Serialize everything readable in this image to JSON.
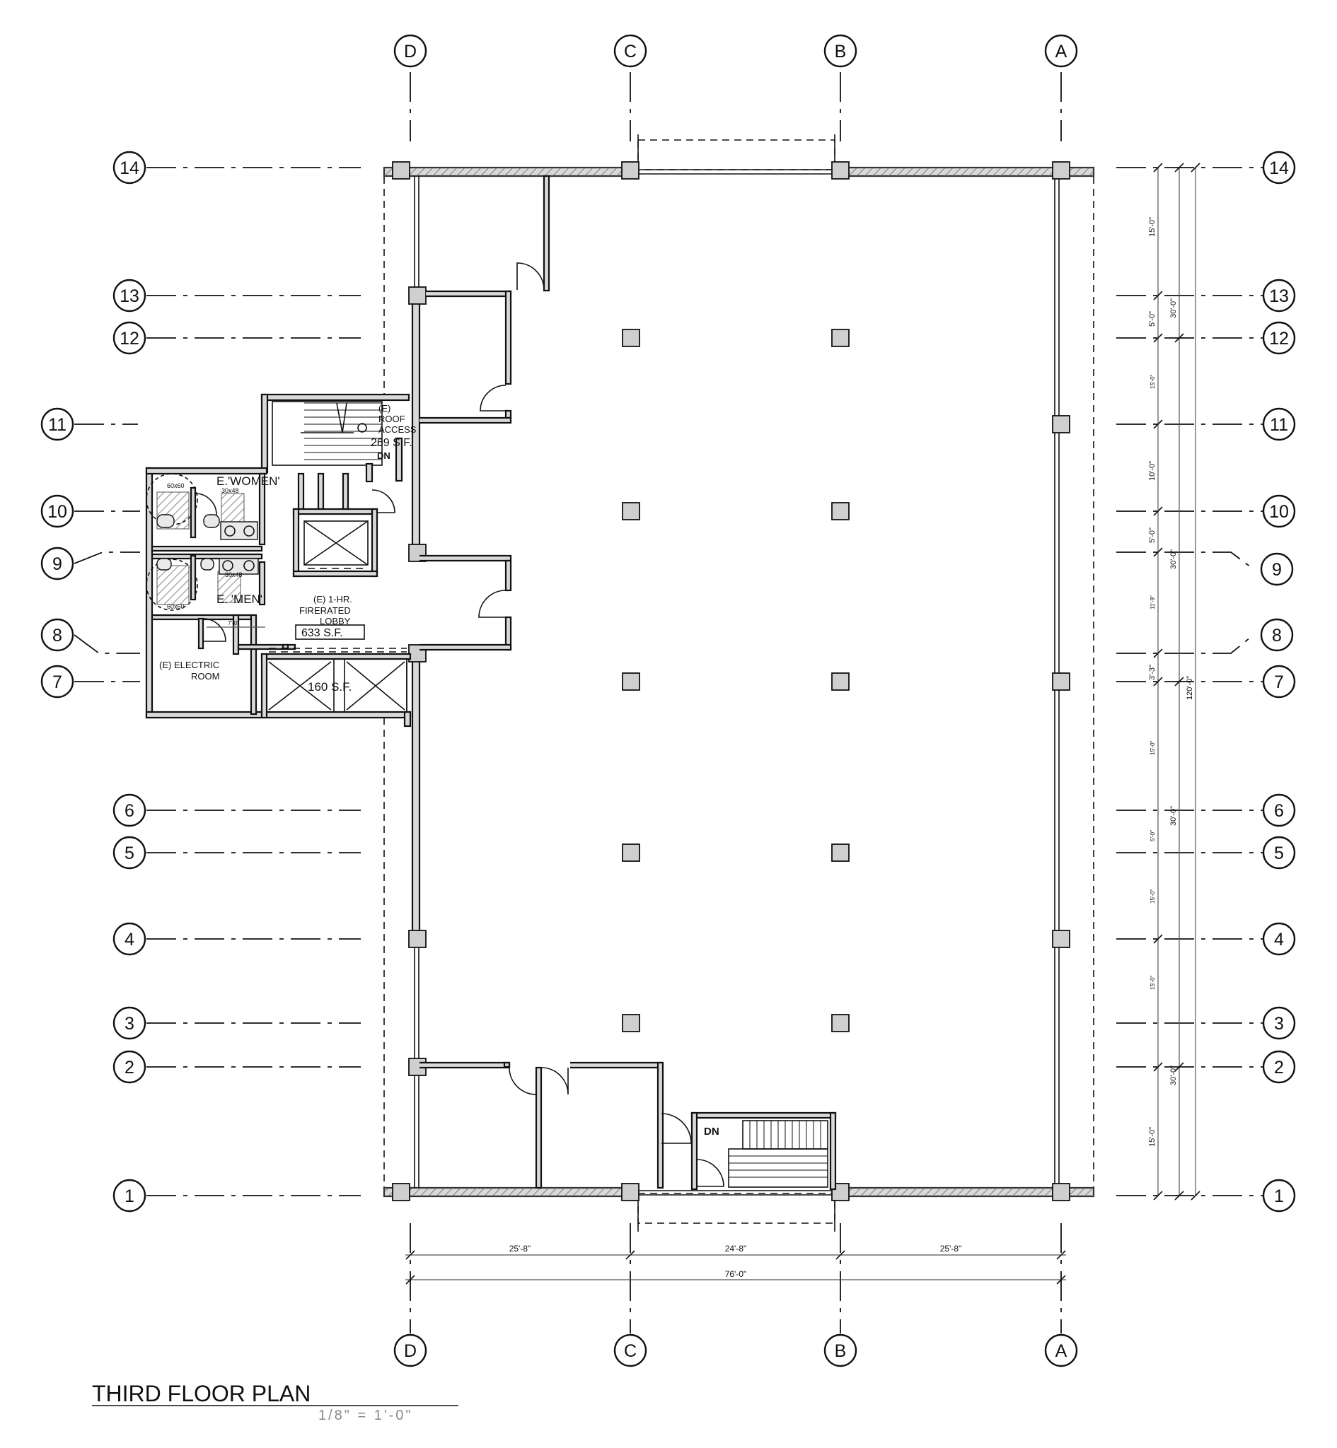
{
  "title": "THIRD FLOOR PLAN",
  "scale": "1/8\" = 1'-0\"",
  "grid_columns": [
    "D",
    "C",
    "B",
    "A"
  ],
  "grid_rows": [
    "14",
    "13",
    "12",
    "11",
    "10",
    "9",
    "8",
    "7",
    "6",
    "5",
    "4",
    "3",
    "2",
    "1"
  ],
  "rooms": {
    "roof_access": [
      "(E)",
      "ROOF",
      "ACCESS",
      "269 S.F.",
      "DN"
    ],
    "women": "E.'WOMEN'",
    "men": "E. 'MEN'",
    "lobby": [
      "(E) 1-HR.",
      "FIRERATED",
      "LOBBY",
      "633 S.F."
    ],
    "electric": [
      "(E) ELECTRIC",
      "ROOM"
    ],
    "elevator_area": "160 S.F.",
    "stair_dn": "DN"
  },
  "fixtures": {
    "w_turn": "60x60",
    "w_sink": "30x48",
    "m_turn": "60x60",
    "m_sink": "30x48",
    "corridor_dim": "7'-0\""
  },
  "dimensions_horizontal": [
    "25'-8\"",
    "24'-8\"",
    "25'-8\"",
    "76'-0\""
  ],
  "dimensions_vertical": [
    "15'-0\"",
    "5'-0\"",
    "15'-0\"",
    "10'-0\"",
    "5'-0\"",
    "11'-9\"",
    "3'-3\"",
    "15'-0\"",
    "5'-0\"",
    "15'-0\"",
    "15'-0\"",
    "15'-0\"",
    "30'-0\"",
    "30'-0\"",
    "30'-0\"",
    "30'-0\"",
    "120'-0\""
  ]
}
